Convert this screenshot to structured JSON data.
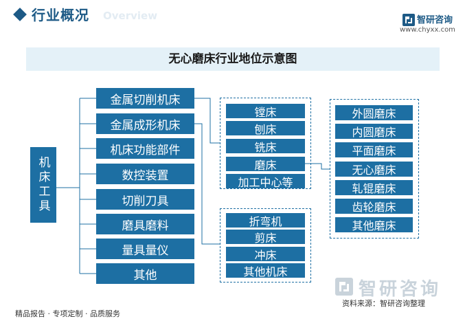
{
  "header": {
    "title": "行业概况",
    "overview": "Overview",
    "logo_name": "智研咨询",
    "logo_url": "www.chyxx.com"
  },
  "diagram": {
    "title": "无心磨床行业地位示意图",
    "root": "机床工具",
    "categories": [
      "金属切削机床",
      "金属成形机床",
      "机床功能部件",
      "数控装置",
      "切削刀具",
      "磨具磨料",
      "量具量仪",
      "其他"
    ],
    "cutting_types": [
      "镗床",
      "刨床",
      "铣床",
      "磨床",
      "加工中心等"
    ],
    "forming_types": [
      "折弯机",
      "剪床",
      "冲床",
      "其他机床"
    ],
    "grinder_types": [
      "外圆磨床",
      "内圆磨床",
      "平面磨床",
      "无心磨床",
      "轧锟磨床",
      "齿轮磨床",
      "其他磨床"
    ]
  },
  "footer": {
    "left": "精品报告 · 专项定制 · 品质服务",
    "source": "资料来源：智研咨询整理",
    "brand_watermark": "智研咨询"
  },
  "colors": {
    "box": "#1d6fa3",
    "header": "#1d5a86",
    "title_band": "#e4f1f8",
    "connector": "#1d6fa3"
  }
}
